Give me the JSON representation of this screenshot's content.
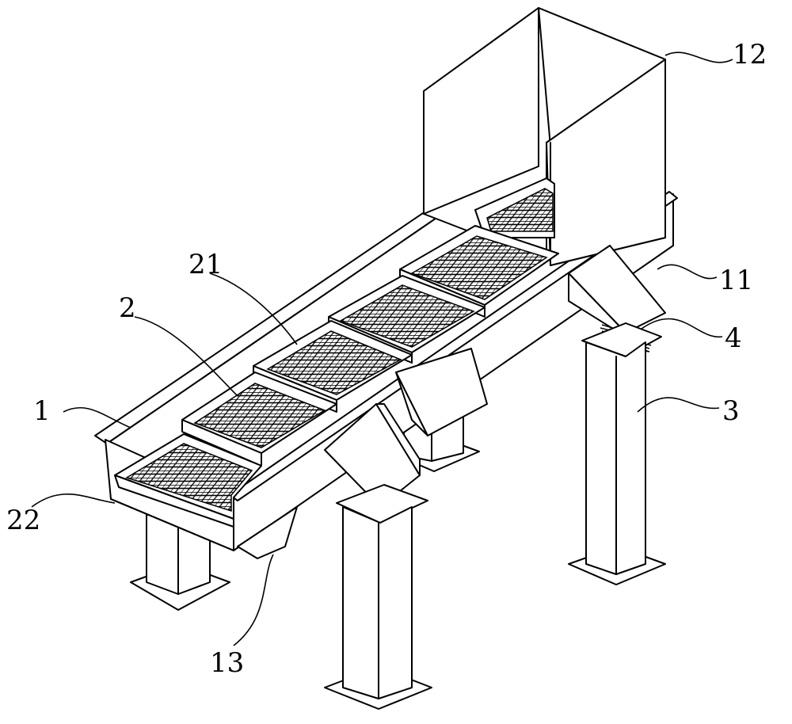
{
  "labels": {
    "l1": "1",
    "l2": "2",
    "l3": "3",
    "l4": "4",
    "l11": "11",
    "l12": "12",
    "l13": "13",
    "l21": "21",
    "l22": "22"
  }
}
